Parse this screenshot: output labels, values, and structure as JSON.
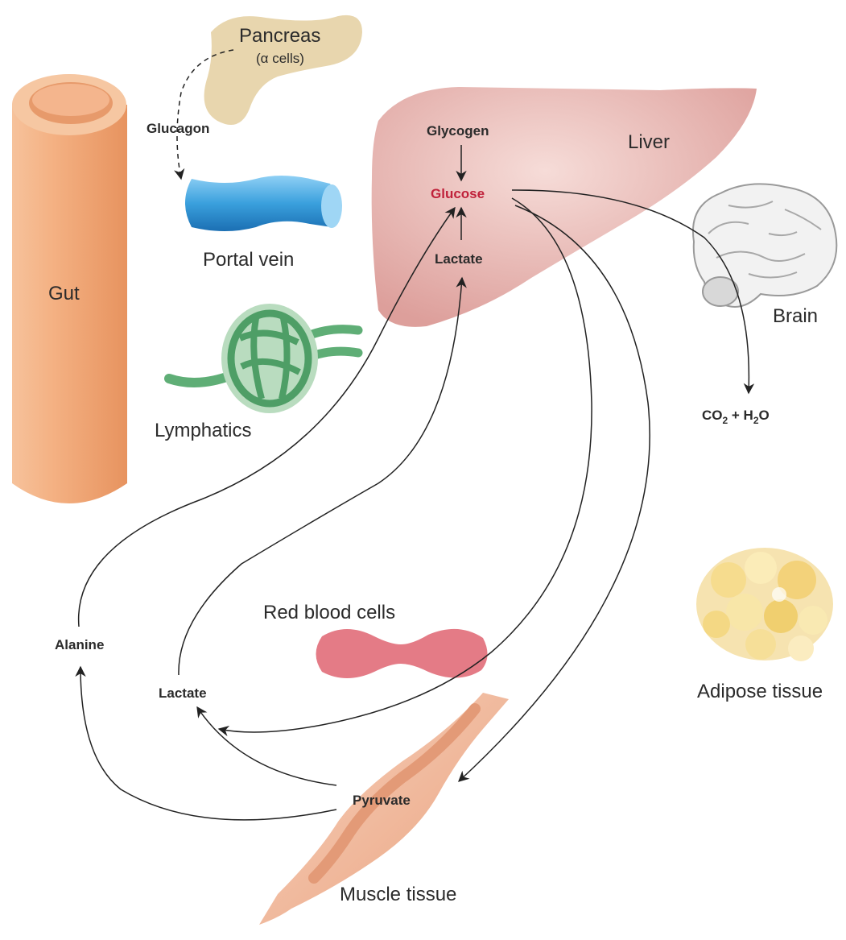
{
  "organs": {
    "pancreas": "Pancreas",
    "pancreas_cells": "(α cells)",
    "gut": "Gut",
    "portal_vein": "Portal vein",
    "lymphatics": "Lymphatics",
    "liver": "Liver",
    "brain": "Brain",
    "red_blood_cells": "Red blood cells",
    "adipose": "Adipose tissue",
    "muscle": "Muscle tissue"
  },
  "metabolites": {
    "glucagon": "Glucagon",
    "glycogen": "Glycogen",
    "glucose": "Glucose",
    "lactate_liver": "Lactate",
    "alanine": "Alanine",
    "lactate_periphery": "Lactate",
    "pyruvate": "Pyruvate",
    "co2": "CO",
    "co2_sub": "2",
    "plus": " + H",
    "h2o_sub": "2",
    "h2o_end": "O"
  },
  "colors": {
    "glucose": "#c0223b",
    "liver": "#e2a9a5",
    "gut": "#f4b183",
    "pancreas": "#e8d6ae",
    "portal_vein": "#3aa0dd",
    "lymphatics": "#5fae76",
    "rbc": "#e47b86",
    "adipose": "#f6dc8e",
    "muscle": "#f2b392"
  }
}
